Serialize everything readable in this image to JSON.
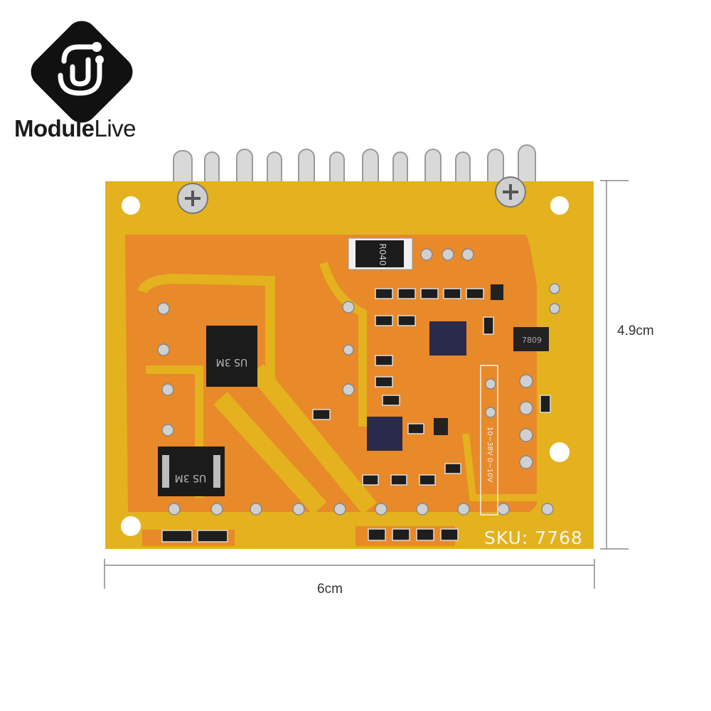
{
  "brand": {
    "name_bold": "Module",
    "name_light": "Live"
  },
  "product": {
    "sku": "SKU: 7768",
    "width_label": "6cm",
    "height_label": "4.9cm",
    "chip_markings": [
      "R040",
      "US 3M",
      "US 3M",
      "7809"
    ],
    "pcb_text": "10~38V 0~10V"
  },
  "colors": {
    "board_yellow": "#e8b41a",
    "copper_orange": "#e8892a",
    "heatsink": "#d8d8d8",
    "logo_black": "#111111"
  }
}
